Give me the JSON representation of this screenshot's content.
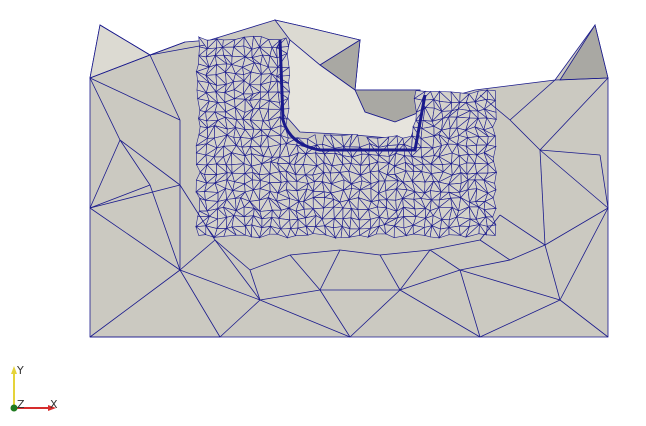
{
  "scene": {
    "background": "#ffffff",
    "surface_fill": "#cbc9c1",
    "surface_fill_light": "#dcdad2",
    "surface_fill_dark": "#a9a8a3",
    "mesh_color": "#1a1a8c",
    "mesh_color_dense": "#22229a"
  },
  "axes": {
    "y_label": "Y",
    "z_label": "Z",
    "x_label": "X",
    "y_color": "#e5d33a",
    "x_color": "#d62d2d",
    "z_color": "#1f7a1f",
    "icons": {
      "orientation": "axes-orientation-icon"
    }
  }
}
